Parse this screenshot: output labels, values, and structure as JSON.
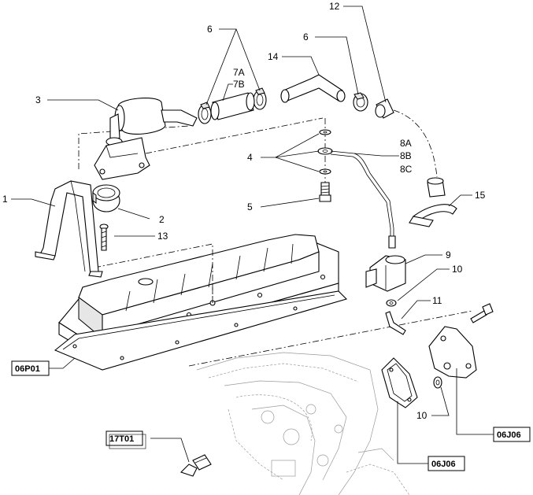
{
  "diagram": {
    "callouts": [
      {
        "id": "c1",
        "text": "1"
      },
      {
        "id": "c2",
        "text": "2"
      },
      {
        "id": "c3",
        "text": "3"
      },
      {
        "id": "c4",
        "text": "4"
      },
      {
        "id": "c5",
        "text": "5"
      },
      {
        "id": "c6a",
        "text": "6"
      },
      {
        "id": "c6b",
        "text": "6"
      },
      {
        "id": "c7a",
        "text": "7A"
      },
      {
        "id": "c7b",
        "text": "7B"
      },
      {
        "id": "c8a",
        "text": "8A"
      },
      {
        "id": "c8b",
        "text": "8B"
      },
      {
        "id": "c8c",
        "text": "8C"
      },
      {
        "id": "c9",
        "text": "9"
      },
      {
        "id": "c10a",
        "text": "10"
      },
      {
        "id": "c10b",
        "text": "10"
      },
      {
        "id": "c11",
        "text": "11"
      },
      {
        "id": "c12",
        "text": "12"
      },
      {
        "id": "c13",
        "text": "13"
      },
      {
        "id": "c14",
        "text": "14"
      },
      {
        "id": "c15",
        "text": "15"
      }
    ],
    "references": [
      {
        "id": "r06p01",
        "text": "06P01"
      },
      {
        "id": "r17t01",
        "text": "17T01"
      },
      {
        "id": "r06j06a",
        "text": "06J06"
      },
      {
        "id": "r06j06b",
        "text": "06J06"
      }
    ]
  }
}
